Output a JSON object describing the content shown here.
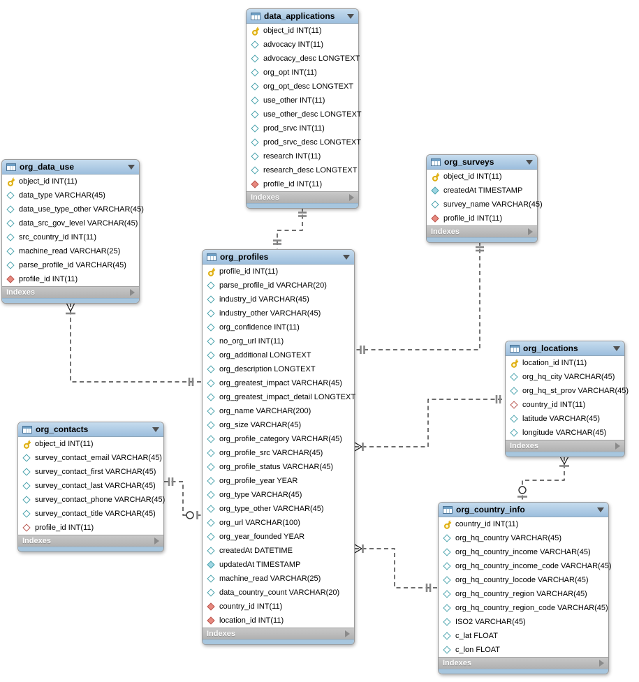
{
  "diagram": {
    "tool": "EER database schema diagram",
    "footer_label": "Indexes",
    "colors": {
      "table_header": "#aecbe3",
      "footer_gray": "#b7b7b7",
      "bottom_bar_blue": "#a7c6de",
      "pk_key_gold": "#dfaf13",
      "nullable_diamond_teal": "#4ba3ad",
      "notnull_diamond_fill": "#9fd6e3",
      "fk_diamond_red": "#b9564f",
      "fk_diamond_fill": "#e7897f",
      "relationship_line": "#141414"
    },
    "tables": [
      {
        "name": "data_applications",
        "footer": "Indexes",
        "columns": [
          {
            "name": "object_id",
            "type": "INT(11)",
            "kind": "pk"
          },
          {
            "name": "advocacy",
            "type": "INT(11)",
            "kind": "nullable"
          },
          {
            "name": "advocacy_desc",
            "type": "LONGTEXT",
            "kind": "nullable"
          },
          {
            "name": "org_opt",
            "type": "INT(11)",
            "kind": "nullable"
          },
          {
            "name": "org_opt_desc",
            "type": "LONGTEXT",
            "kind": "nullable"
          },
          {
            "name": "use_other",
            "type": "INT(11)",
            "kind": "nullable"
          },
          {
            "name": "use_other_desc",
            "type": "LONGTEXT",
            "kind": "nullable"
          },
          {
            "name": "prod_srvc",
            "type": "INT(11)",
            "kind": "nullable"
          },
          {
            "name": "prod_srvc_desc",
            "type": "LONGTEXT",
            "kind": "nullable"
          },
          {
            "name": "research",
            "type": "INT(11)",
            "kind": "nullable"
          },
          {
            "name": "research_desc",
            "type": "LONGTEXT",
            "kind": "nullable"
          },
          {
            "name": "profile_id",
            "type": "INT(11)",
            "kind": "fk"
          }
        ]
      },
      {
        "name": "org_data_use",
        "footer": "Indexes",
        "columns": [
          {
            "name": "object_id",
            "type": "INT(11)",
            "kind": "pk"
          },
          {
            "name": "data_type",
            "type": "VARCHAR(45)",
            "kind": "nullable"
          },
          {
            "name": "data_use_type_other",
            "type": "VARCHAR(45)",
            "kind": "nullable"
          },
          {
            "name": "data_src_gov_level",
            "type": "VARCHAR(45)",
            "kind": "nullable"
          },
          {
            "name": "src_country_id",
            "type": "INT(11)",
            "kind": "nullable"
          },
          {
            "name": "machine_read",
            "type": "VARCHAR(25)",
            "kind": "nullable"
          },
          {
            "name": "parse_profile_id",
            "type": "VARCHAR(45)",
            "kind": "nullable"
          },
          {
            "name": "profile_id",
            "type": "INT(11)",
            "kind": "fk"
          }
        ]
      },
      {
        "name": "org_surveys",
        "footer": "Indexes",
        "columns": [
          {
            "name": "object_id",
            "type": "INT(11)",
            "kind": "pk"
          },
          {
            "name": "createdAt",
            "type": "TIMESTAMP",
            "kind": "notnull"
          },
          {
            "name": "survey_name",
            "type": "VARCHAR(45)",
            "kind": "nullable"
          },
          {
            "name": "profile_id",
            "type": "INT(11)",
            "kind": "fk"
          }
        ]
      },
      {
        "name": "org_profiles",
        "footer": "Indexes",
        "columns": [
          {
            "name": "profile_id",
            "type": "INT(11)",
            "kind": "pk"
          },
          {
            "name": "parse_profile_id",
            "type": "VARCHAR(20)",
            "kind": "nullable"
          },
          {
            "name": "industry_id",
            "type": "VARCHAR(45)",
            "kind": "nullable"
          },
          {
            "name": "industry_other",
            "type": "VARCHAR(45)",
            "kind": "nullable"
          },
          {
            "name": "org_confidence",
            "type": "INT(11)",
            "kind": "nullable"
          },
          {
            "name": "no_org_url",
            "type": "INT(11)",
            "kind": "nullable"
          },
          {
            "name": "org_additional",
            "type": "LONGTEXT",
            "kind": "nullable"
          },
          {
            "name": "org_description",
            "type": "LONGTEXT",
            "kind": "nullable"
          },
          {
            "name": "org_greatest_impact",
            "type": "VARCHAR(45)",
            "kind": "nullable"
          },
          {
            "name": "org_greatest_impact_detail",
            "type": "LONGTEXT",
            "kind": "nullable"
          },
          {
            "name": "org_name",
            "type": "VARCHAR(200)",
            "kind": "nullable"
          },
          {
            "name": "org_size",
            "type": "VARCHAR(45)",
            "kind": "nullable"
          },
          {
            "name": "org_profile_category",
            "type": "VARCHAR(45)",
            "kind": "nullable"
          },
          {
            "name": "org_profile_src",
            "type": "VARCHAR(45)",
            "kind": "nullable"
          },
          {
            "name": "org_profile_status",
            "type": "VARCHAR(45)",
            "kind": "nullable"
          },
          {
            "name": "org_profile_year",
            "type": "YEAR",
            "kind": "nullable"
          },
          {
            "name": "org_type",
            "type": "VARCHAR(45)",
            "kind": "nullable"
          },
          {
            "name": "org_type_other",
            "type": "VARCHAR(45)",
            "kind": "nullable"
          },
          {
            "name": "org_url",
            "type": "VARCHAR(100)",
            "kind": "nullable"
          },
          {
            "name": "org_year_founded",
            "type": "YEAR",
            "kind": "nullable"
          },
          {
            "name": "createdAt",
            "type": "DATETIME",
            "kind": "nullable"
          },
          {
            "name": "updatedAt",
            "type": "TIMESTAMP",
            "kind": "notnull"
          },
          {
            "name": "machine_read",
            "type": "VARCHAR(25)",
            "kind": "nullable"
          },
          {
            "name": "data_country_count",
            "type": "VARCHAR(20)",
            "kind": "nullable"
          },
          {
            "name": "country_id",
            "type": "INT(11)",
            "kind": "fk"
          },
          {
            "name": "location_id",
            "type": "INT(11)",
            "kind": "fk"
          }
        ]
      },
      {
        "name": "org_contacts",
        "footer": "Indexes",
        "columns": [
          {
            "name": "object_id",
            "type": "INT(11)",
            "kind": "pk"
          },
          {
            "name": "survey_contact_email",
            "type": "VARCHAR(45)",
            "kind": "nullable"
          },
          {
            "name": "survey_contact_first",
            "type": "VARCHAR(45)",
            "kind": "nullable"
          },
          {
            "name": "survey_contact_last",
            "type": "VARCHAR(45)",
            "kind": "nullable"
          },
          {
            "name": "survey_contact_phone",
            "type": "VARCHAR(45)",
            "kind": "nullable"
          },
          {
            "name": "survey_contact_title",
            "type": "VARCHAR(45)",
            "kind": "nullable"
          },
          {
            "name": "profile_id",
            "type": "INT(11)",
            "kind": "fk-nullable"
          }
        ]
      },
      {
        "name": "org_locations",
        "footer": "Indexes",
        "columns": [
          {
            "name": "location_id",
            "type": "INT(11)",
            "kind": "pk"
          },
          {
            "name": "org_hq_city",
            "type": "VARCHAR(45)",
            "kind": "nullable"
          },
          {
            "name": "org_hq_st_prov",
            "type": "VARCHAR(45)",
            "kind": "nullable"
          },
          {
            "name": "country_id",
            "type": "INT(11)",
            "kind": "fk-nullable"
          },
          {
            "name": "latitude",
            "type": "VARCHAR(45)",
            "kind": "nullable"
          },
          {
            "name": "longitude",
            "type": "VARCHAR(45)",
            "kind": "nullable"
          }
        ]
      },
      {
        "name": "org_country_info",
        "footer": "Indexes",
        "columns": [
          {
            "name": "country_id",
            "type": "INT(11)",
            "kind": "pk"
          },
          {
            "name": "org_hq_country",
            "type": "VARCHAR(45)",
            "kind": "nullable"
          },
          {
            "name": "org_hq_country_income",
            "type": "VARCHAR(45)",
            "kind": "nullable"
          },
          {
            "name": "org_hq_country_income_code",
            "type": "VARCHAR(45)",
            "kind": "nullable"
          },
          {
            "name": "org_hq_country_locode",
            "type": "VARCHAR(45)",
            "kind": "nullable"
          },
          {
            "name": "org_hq_country_region",
            "type": "VARCHAR(45)",
            "kind": "nullable"
          },
          {
            "name": "org_hq_country_region_code",
            "type": "VARCHAR(45)",
            "kind": "nullable"
          },
          {
            "name": "ISO2",
            "type": "VARCHAR(45)",
            "kind": "nullable"
          },
          {
            "name": "c_lat",
            "type": "FLOAT",
            "kind": "nullable"
          },
          {
            "name": "c_lon",
            "type": "FLOAT",
            "kind": "nullable"
          }
        ]
      }
    ],
    "relationships": [
      {
        "from": "data_applications",
        "to": "org_profiles",
        "from_cardinality": "one",
        "to_cardinality": "one",
        "line": "dashed non-identifying"
      },
      {
        "from": "org_surveys",
        "to": "org_profiles",
        "from_cardinality": "one",
        "to_cardinality": "one",
        "line": "dashed non-identifying"
      },
      {
        "from": "org_data_use",
        "to": "org_profiles",
        "from_cardinality": "many",
        "to_cardinality": "one",
        "line": "dashed non-identifying"
      },
      {
        "from": "org_contacts",
        "to": "org_profiles",
        "from_cardinality": "one",
        "to_cardinality": "zero-or-one",
        "line": "dashed non-identifying"
      },
      {
        "from": "org_profiles",
        "to": "org_locations",
        "from_cardinality": "many",
        "to_cardinality": "one",
        "line": "dashed non-identifying"
      },
      {
        "from": "org_locations",
        "to": "org_country_info",
        "from_cardinality": "many",
        "to_cardinality": "zero-or-one",
        "line": "dashed non-identifying"
      },
      {
        "from": "org_profiles",
        "to": "org_country_info",
        "from_cardinality": "many",
        "to_cardinality": "one",
        "line": "dashed non-identifying"
      }
    ]
  }
}
